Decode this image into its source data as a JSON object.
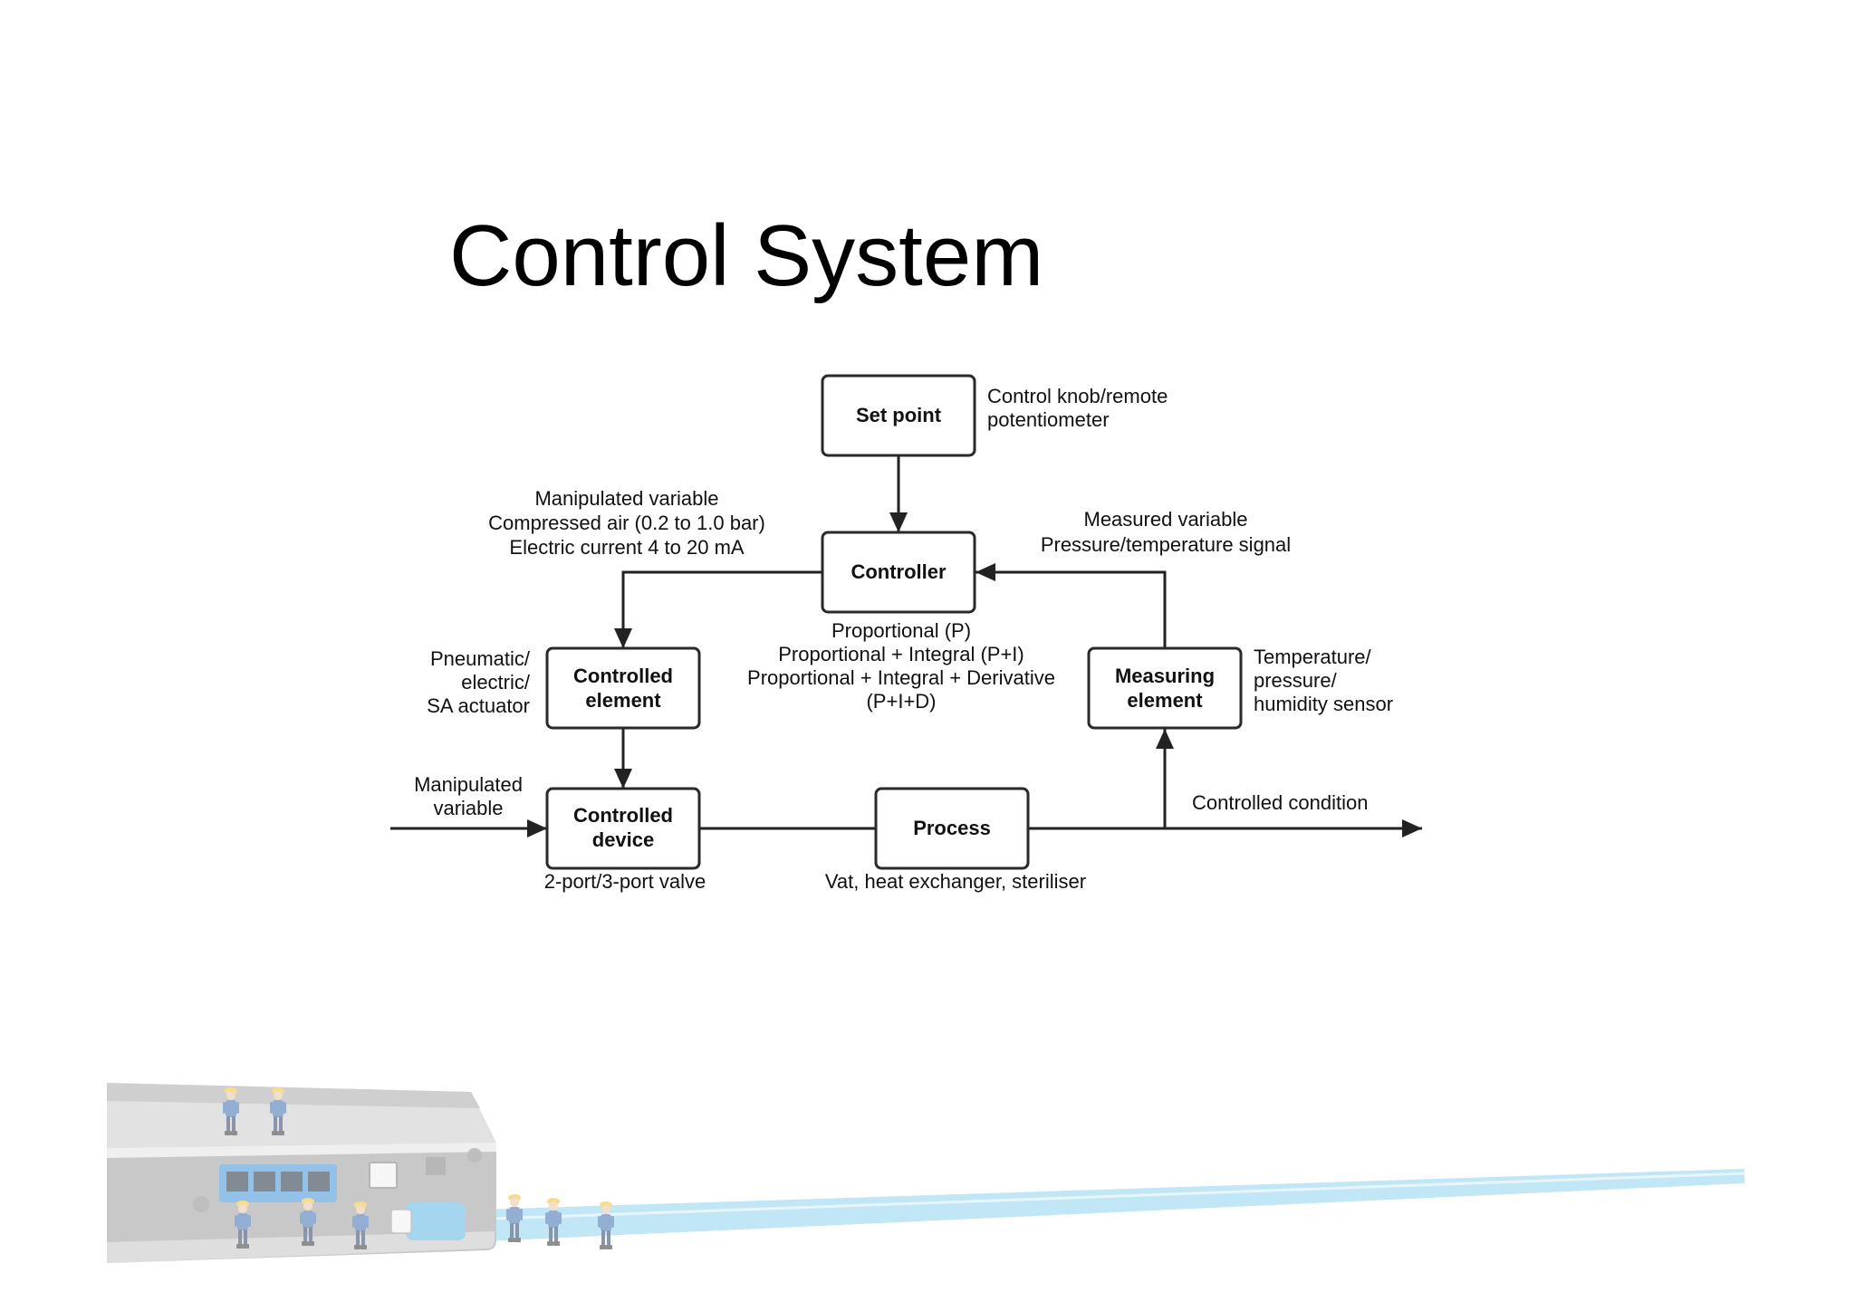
{
  "slide": {
    "title": "Control System"
  },
  "diagram": {
    "set_point": {
      "label": "Set point",
      "note": [
        "Control knob/remote",
        "potentiometer"
      ]
    },
    "controller": {
      "label": "Controller",
      "modes": [
        "Proportional (P)",
        "Proportional + Integral (P+I)",
        "Proportional + Integral + Derivative",
        "(P+I+D)"
      ]
    },
    "controlled_element": {
      "label": [
        "Controlled",
        "element"
      ],
      "note": [
        "Pneumatic/",
        "electric/",
        "SA actuator"
      ]
    },
    "measuring_element": {
      "label": [
        "Measuring",
        "element"
      ],
      "note": [
        "Temperature/",
        "pressure/",
        "humidity sensor"
      ]
    },
    "controlled_device": {
      "label": [
        "Controlled",
        "device"
      ],
      "note": "2-port/3-port valve"
    },
    "process": {
      "label": "Process",
      "note": "Vat, heat exchanger, steriliser"
    },
    "manipulated_variable_signal": [
      "Manipulated variable",
      "Compressed air (0.2 to 1.0 bar)",
      "Electric current 4 to 20 mA"
    ],
    "measured_variable_signal": [
      "Measured variable",
      "Pressure/temperature signal"
    ],
    "manipulated_variable_input": [
      "Manipulated",
      "variable"
    ],
    "controlled_condition": "Controlled condition"
  },
  "colors": {
    "text": "#000000",
    "diagram_line": "#222222",
    "cable": "#8fd3ee",
    "port": "#3d8fd4"
  }
}
